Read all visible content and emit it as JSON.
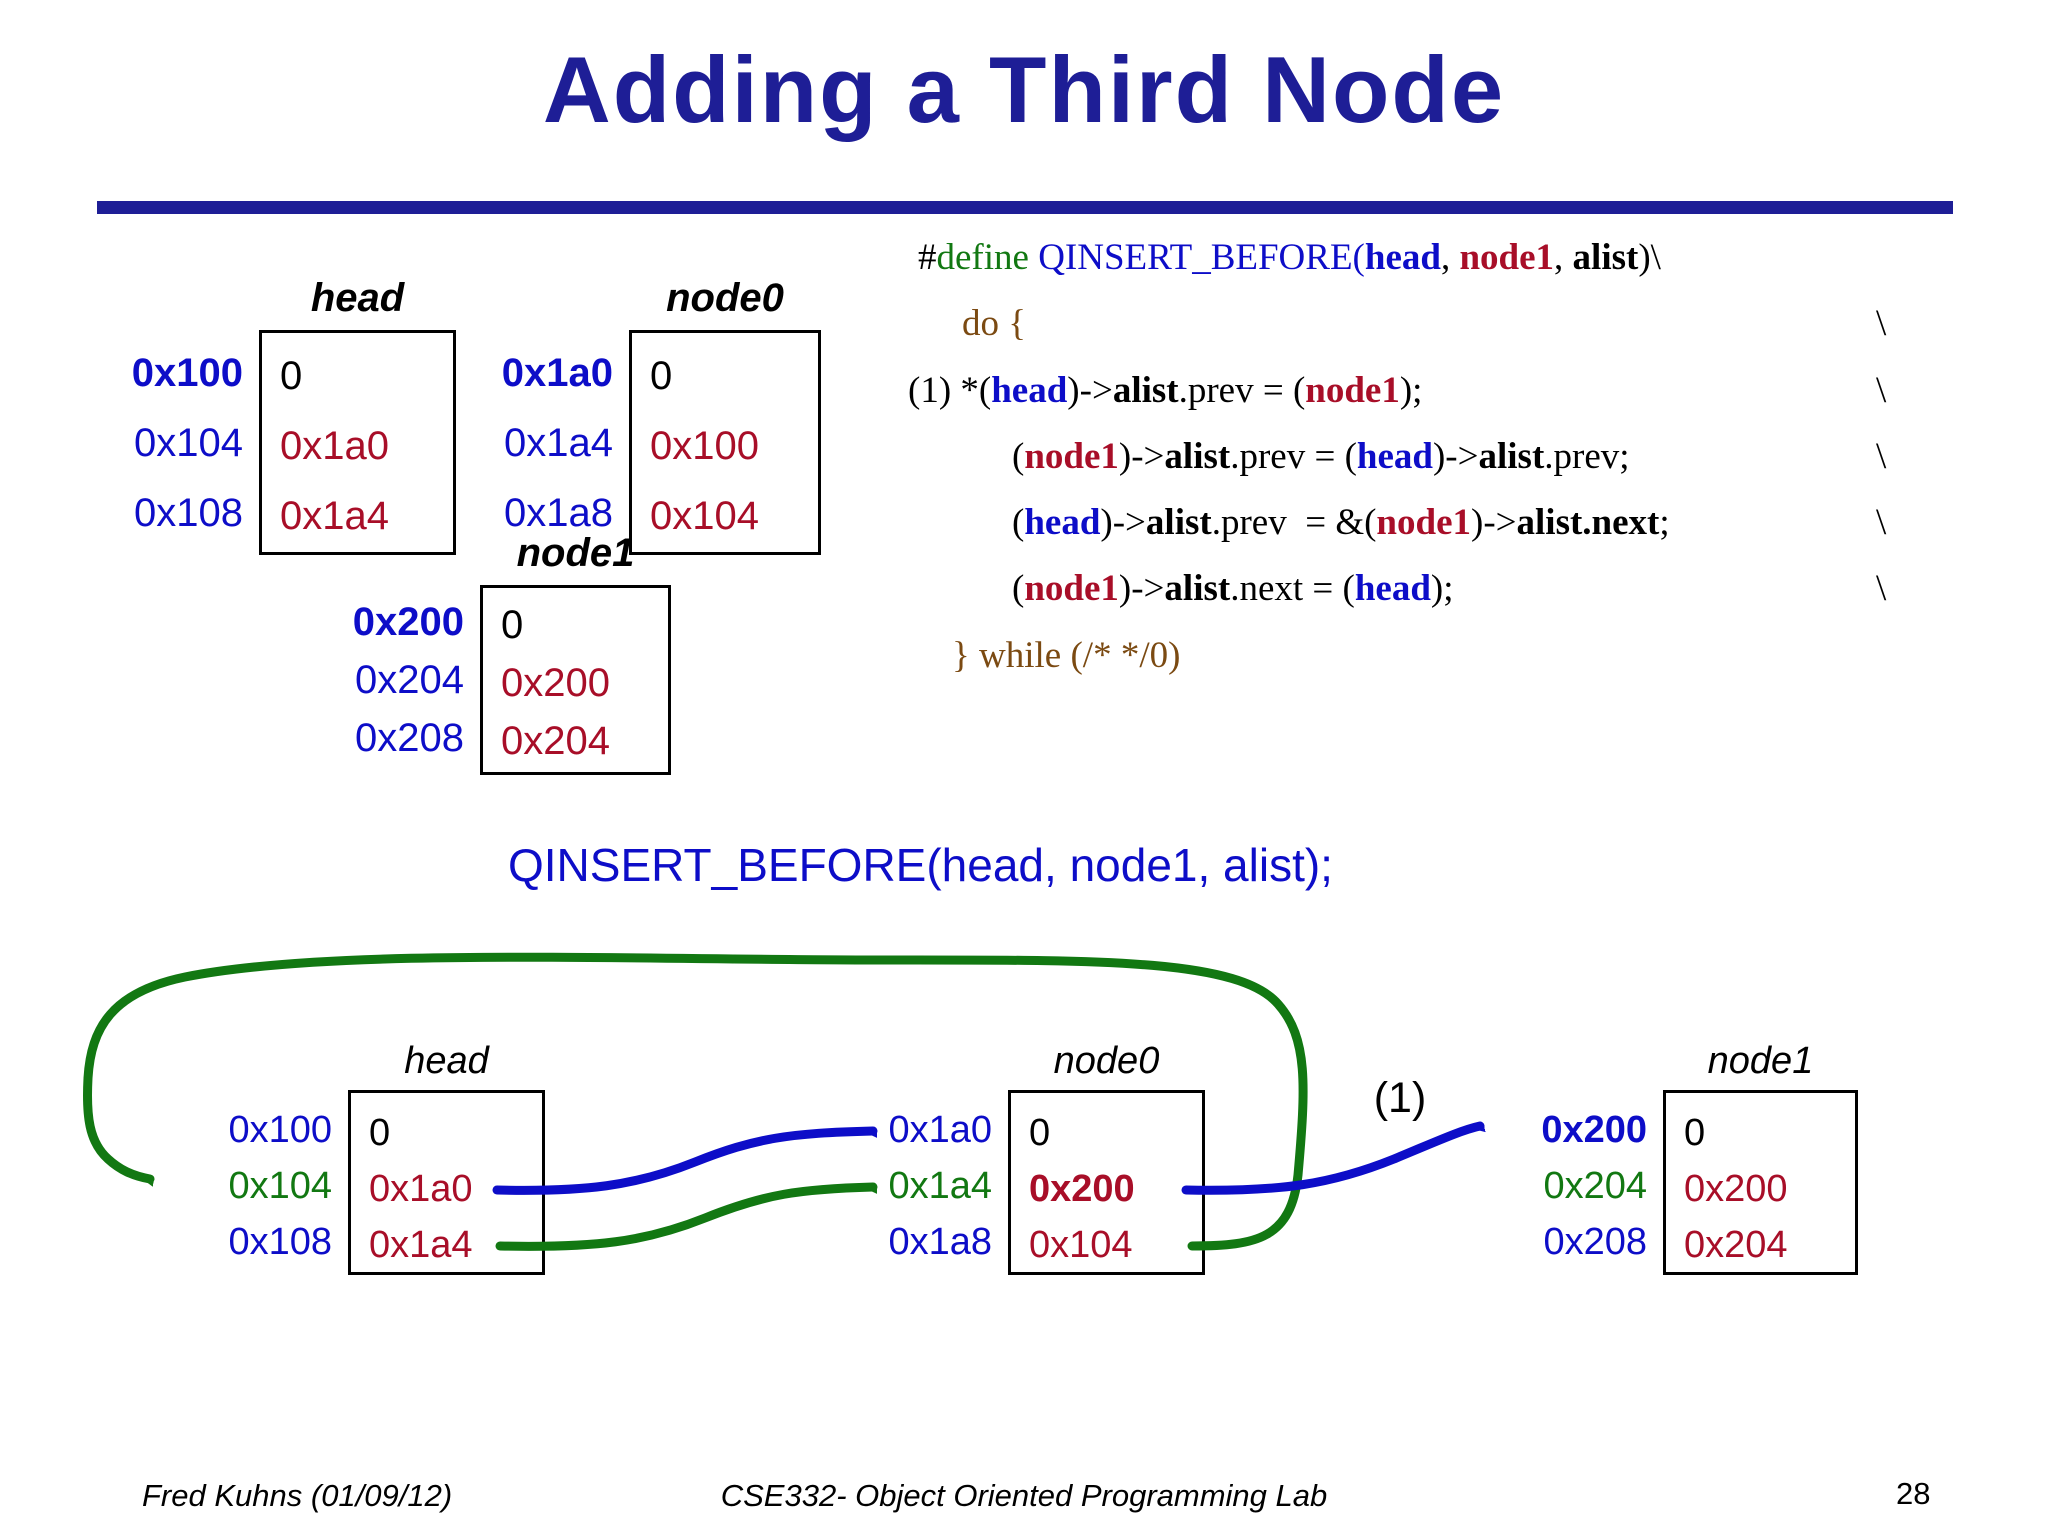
{
  "title": "Adding a Third Node",
  "palette": {
    "navy": "#1e1e96",
    "blue": "#0d0dc8",
    "green": "#127812",
    "crimson": "#a80e28",
    "brown": "#7b4a12"
  },
  "code": {
    "continuation_char": "\\",
    "lines": [
      {
        "continued": false,
        "segments": [
          [
            "#",
            "black"
          ],
          [
            "define",
            "green"
          ],
          [
            " QINSERT_BEFORE(",
            "blue"
          ],
          [
            "head",
            "blue",
            "b"
          ],
          [
            ", ",
            "black"
          ],
          [
            "node1",
            "crimson",
            "b"
          ],
          [
            ", ",
            "black"
          ],
          [
            "alist",
            "black",
            "b"
          ],
          [
            ")\\",
            "black"
          ]
        ]
      },
      {
        "continued": true,
        "segments": [
          [
            "do {",
            "brown"
          ]
        ]
      },
      {
        "continued": true,
        "segments": [
          [
            "(1) *(",
            "black"
          ],
          [
            "head",
            "blue",
            "b"
          ],
          [
            ")->",
            "black"
          ],
          [
            "alist",
            "black",
            "b"
          ],
          [
            ".prev = (",
            "black"
          ],
          [
            "node1",
            "crimson",
            "b"
          ],
          [
            ");",
            "black"
          ]
        ]
      },
      {
        "continued": true,
        "segments": [
          [
            "(",
            "black"
          ],
          [
            "node1",
            "crimson",
            "b"
          ],
          [
            ")->",
            "black"
          ],
          [
            "alist",
            "black",
            "b"
          ],
          [
            ".prev = (",
            "black"
          ],
          [
            "head",
            "blue",
            "b"
          ],
          [
            ")->",
            "black"
          ],
          [
            "alist",
            "black",
            "b"
          ],
          [
            ".prev;",
            "black"
          ]
        ]
      },
      {
        "continued": true,
        "segments": [
          [
            "(",
            "black"
          ],
          [
            "head",
            "blue",
            "b"
          ],
          [
            ")->",
            "black"
          ],
          [
            "alist",
            "black",
            "b"
          ],
          [
            ".prev  = &(",
            "black"
          ],
          [
            "node1",
            "crimson",
            "b"
          ],
          [
            ")->",
            "black"
          ],
          [
            "alist.next",
            "black",
            "b"
          ],
          [
            ";",
            "black"
          ]
        ]
      },
      {
        "continued": true,
        "segments": [
          [
            "(",
            "black"
          ],
          [
            "node1",
            "crimson",
            "b"
          ],
          [
            ")->",
            "black"
          ],
          [
            "alist",
            "black",
            "b"
          ],
          [
            ".next = (",
            "black"
          ],
          [
            "head",
            "blue",
            "b"
          ],
          [
            ");",
            "black"
          ]
        ]
      },
      {
        "continued": false,
        "segments": [
          [
            "} while (/* */0)",
            "brown"
          ]
        ]
      }
    ]
  },
  "macro_call": "QINSERT_BEFORE(head, node1, alist);",
  "step_label": "(1)",
  "tables": {
    "head_top": {
      "label": "head",
      "rows": [
        {
          "addr": "0x100",
          "addr_color": "blue",
          "addr_bold": true,
          "value": "0",
          "value_color": "black",
          "value_bold": false
        },
        {
          "addr": "0x104",
          "addr_color": "blue",
          "addr_bold": false,
          "value": "0x1a0",
          "value_color": "crimson",
          "value_bold": false
        },
        {
          "addr": "0x108",
          "addr_color": "blue",
          "addr_bold": false,
          "value": "0x1a4",
          "value_color": "crimson",
          "value_bold": false
        }
      ]
    },
    "node0_top": {
      "label": "node0",
      "rows": [
        {
          "addr": "0x1a0",
          "addr_color": "blue",
          "addr_bold": true,
          "value": "0",
          "value_color": "black",
          "value_bold": false
        },
        {
          "addr": "0x1a4",
          "addr_color": "blue",
          "addr_bold": false,
          "value": "0x100",
          "value_color": "crimson",
          "value_bold": false
        },
        {
          "addr": "0x1a8",
          "addr_color": "blue",
          "addr_bold": false,
          "value": "0x104",
          "value_color": "crimson",
          "value_bold": false
        }
      ]
    },
    "node1_top": {
      "label": "node1",
      "rows": [
        {
          "addr": "0x200",
          "addr_color": "blue",
          "addr_bold": true,
          "value": "0",
          "value_color": "black",
          "value_bold": false
        },
        {
          "addr": "0x204",
          "addr_color": "blue",
          "addr_bold": false,
          "value": "0x200",
          "value_color": "crimson",
          "value_bold": false
        },
        {
          "addr": "0x208",
          "addr_color": "blue",
          "addr_bold": false,
          "value": "0x204",
          "value_color": "crimson",
          "value_bold": false
        }
      ]
    },
    "head_bottom": {
      "label": "head",
      "rows": [
        {
          "addr": "0x100",
          "addr_color": "blue",
          "addr_bold": false,
          "value": "0",
          "value_color": "black",
          "value_bold": false
        },
        {
          "addr": "0x104",
          "addr_color": "green",
          "addr_bold": false,
          "value": "0x1a0",
          "value_color": "crimson",
          "value_bold": false
        },
        {
          "addr": "0x108",
          "addr_color": "blue",
          "addr_bold": false,
          "value": "0x1a4",
          "value_color": "crimson",
          "value_bold": false
        }
      ]
    },
    "node0_bottom": {
      "label": "node0",
      "rows": [
        {
          "addr": "0x1a0",
          "addr_color": "blue",
          "addr_bold": false,
          "value": "0",
          "value_color": "black",
          "value_bold": false
        },
        {
          "addr": "0x1a4",
          "addr_color": "green",
          "addr_bold": false,
          "value": "0x200",
          "value_color": "crimson",
          "value_bold": true
        },
        {
          "addr": "0x1a8",
          "addr_color": "blue",
          "addr_bold": false,
          "value": "0x104",
          "value_color": "crimson",
          "value_bold": false
        }
      ]
    },
    "node1_bottom": {
      "label": "node1",
      "rows": [
        {
          "addr": "0x200",
          "addr_color": "blue",
          "addr_bold": true,
          "value": "0",
          "value_color": "black",
          "value_bold": false
        },
        {
          "addr": "0x204",
          "addr_color": "green",
          "addr_bold": false,
          "value": "0x200",
          "value_color": "crimson",
          "value_bold": false
        },
        {
          "addr": "0x208",
          "addr_color": "blue",
          "addr_bold": false,
          "value": "0x204",
          "value_color": "crimson",
          "value_bold": false
        }
      ]
    }
  },
  "footer": {
    "author": "Fred Kuhns (01/09/12)",
    "course": "CSE332- Object Oriented Programming Lab",
    "page": "28"
  }
}
